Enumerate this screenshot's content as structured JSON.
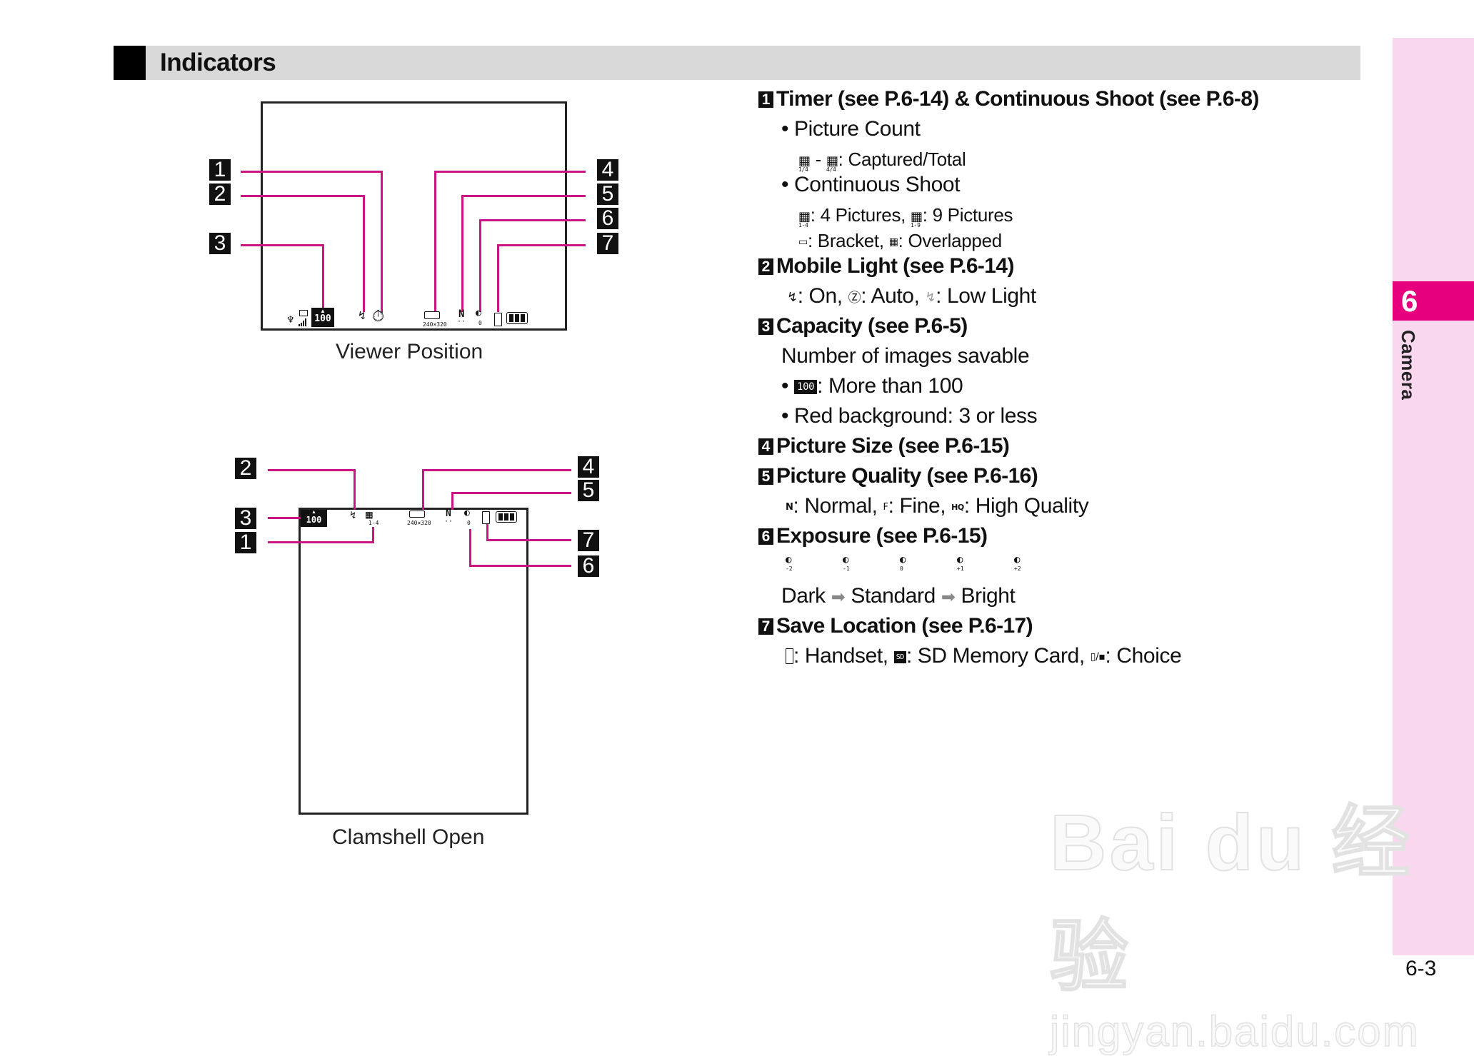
{
  "header": {
    "title": "Indicators"
  },
  "sidebar": {
    "chapter_number": "6",
    "chapter_label": "Camera"
  },
  "page_number": "6-3",
  "diagrams": {
    "viewer": {
      "caption": "Viewer Position",
      "left_labels": [
        "1",
        "2",
        "3"
      ],
      "right_labels": [
        "4",
        "5",
        "6",
        "7"
      ],
      "icons": {
        "capacity": "100",
        "picture_size": "240×320",
        "exposure_value": "0"
      }
    },
    "clamshell": {
      "caption": "Clamshell Open",
      "left_labels": [
        "2",
        "3",
        "1"
      ],
      "right_labels": [
        "4",
        "5",
        "7",
        "6"
      ],
      "icons": {
        "capacity": "100",
        "picture_count": "1-4",
        "picture_size": "240×320",
        "exposure_value": "0"
      }
    }
  },
  "sections": [
    {
      "num": "1",
      "title": "Timer (see P.6-14) & Continuous Shoot (see P.6-8)",
      "picture_count_label": "• Picture Count",
      "picture_count_icons": [
        "1/4",
        "4/4"
      ],
      "picture_count_desc": ": Captured/Total",
      "continuous_label": "• Continuous Shoot",
      "continuous_row1": [
        {
          "icon_sub": "1-4",
          "text": ": 4 Pictures,"
        },
        {
          "icon_sub": "1-9",
          "text": ": 9 Pictures"
        }
      ],
      "continuous_row2": [
        {
          "icon": "bracket-icon",
          "text": ": Bracket,"
        },
        {
          "icon": "overlapped-icon",
          "text": ": Overlapped"
        }
      ]
    },
    {
      "num": "2",
      "title": "Mobile Light (see P.6-14)",
      "items": [
        {
          "icon": "flash-on-icon",
          "text": ": On,"
        },
        {
          "icon": "flash-auto-icon",
          "text": ": Auto,"
        },
        {
          "icon": "flash-low-icon",
          "text": ": Low Light"
        }
      ]
    },
    {
      "num": "3",
      "title": "Capacity (see P.6-5)",
      "desc": "Number of images savable",
      "bullet1_icon_text": "100",
      "bullet1": ": More than 100",
      "bullet2": "• Red background: 3 or less"
    },
    {
      "num": "4",
      "title": "Picture Size (see P.6-15)"
    },
    {
      "num": "5",
      "title": "Picture Quality (see P.6-16)",
      "items": [
        {
          "icon": "N",
          "text": ": Normal,"
        },
        {
          "icon": "F",
          "text": ": Fine,"
        },
        {
          "icon": "HQ",
          "text": ": High Quality"
        }
      ]
    },
    {
      "num": "6",
      "title": "Exposure (see P.6-15)",
      "levels": [
        "-2",
        "-1",
        "0",
        "+1",
        "+2"
      ],
      "scale": [
        "Dark",
        "Standard",
        "Bright"
      ]
    },
    {
      "num": "7",
      "title": "Save Location (see P.6-17)",
      "items": [
        {
          "icon": "handset-icon",
          "text": ": Handset,"
        },
        {
          "icon": "sd-card-icon",
          "icon_text": "SD",
          "text": ": SD Memory Card,"
        },
        {
          "icon": "choice-icon",
          "text": ": Choice"
        }
      ]
    }
  ],
  "watermark": {
    "line1": "Bai du 经验",
    "line2": "jingyan.baidu.com"
  }
}
